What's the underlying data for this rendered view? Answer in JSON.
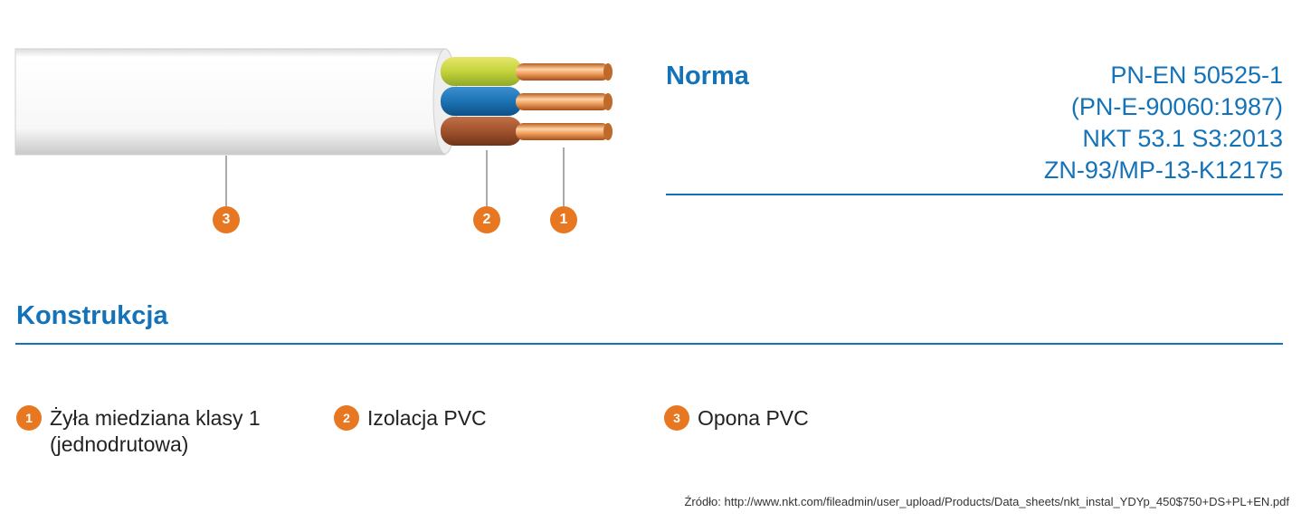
{
  "callouts": {
    "c1": "1",
    "c2": "2",
    "c3": "3"
  },
  "norma": {
    "label": "Norma",
    "values": [
      "PN-EN 50525-1",
      "(PN-E-90060:1987)",
      "NKT 53.1 S3:2013",
      "ZN-93/MP-13-K12175"
    ]
  },
  "konstrukcja": {
    "title": "Konstrukcja",
    "items": [
      {
        "num": "1",
        "lines": [
          "Żyła miedziana klasy 1",
          "(jednodrutowa)"
        ]
      },
      {
        "num": "2",
        "lines": [
          "Izolacja PVC"
        ]
      },
      {
        "num": "3",
        "lines": [
          "Opona PVC"
        ]
      }
    ]
  },
  "source": "Źródło: http://www.nkt.com/fileadmin/user_upload/Products/Data_sheets/nkt_instal_YDYp_450$750+DS+PL+EN.pdf",
  "colors": {
    "accent_blue": "#1473b8",
    "callout_orange": "#e87722",
    "insulation_yellow_green": "#c4d33a",
    "insulation_blue": "#1c73b3",
    "insulation_brown": "#a0522d",
    "copper": "#e08a45",
    "sheath": "#f2f2f2"
  }
}
